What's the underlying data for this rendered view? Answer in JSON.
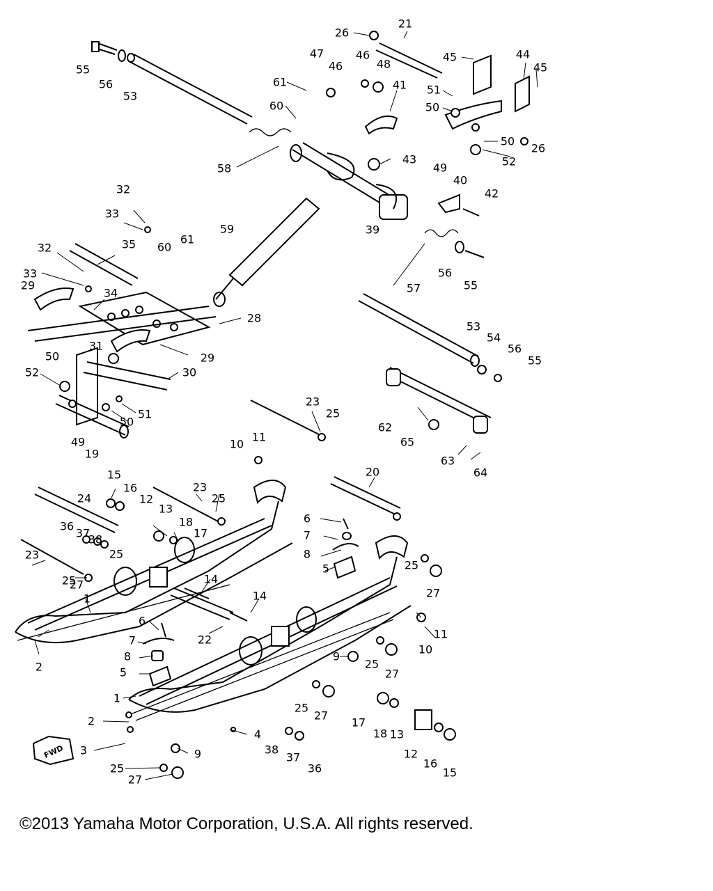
{
  "diagram": {
    "fwd_label": "FWD",
    "labels": [
      "1",
      "1",
      "2",
      "2",
      "3",
      "4",
      "5",
      "5",
      "6",
      "6",
      "7",
      "7",
      "8",
      "8",
      "9",
      "9",
      "10",
      "10",
      "11",
      "11",
      "12",
      "12",
      "13",
      "13",
      "14",
      "14",
      "15",
      "15",
      "16",
      "16",
      "17",
      "17",
      "18",
      "18",
      "19",
      "20",
      "21",
      "22",
      "23",
      "23",
      "23",
      "24",
      "25",
      "25",
      "25",
      "25",
      "25",
      "25",
      "25",
      "25",
      "26",
      "26",
      "27",
      "27",
      "27",
      "27",
      "27",
      "28",
      "29",
      "29",
      "30",
      "31",
      "32",
      "32",
      "33",
      "33",
      "34",
      "35",
      "36",
      "36",
      "37",
      "37",
      "38",
      "38",
      "39",
      "40",
      "41",
      "42",
      "43",
      "44",
      "45",
      "45",
      "46",
      "46",
      "47",
      "48",
      "49",
      "49",
      "50",
      "50",
      "50",
      "50",
      "51",
      "51",
      "52",
      "52",
      "53",
      "53",
      "54",
      "55",
      "55",
      "55",
      "56",
      "56",
      "56",
      "57",
      "58",
      "59",
      "60",
      "60",
      "61",
      "61",
      "62",
      "63",
      "64",
      "65"
    ]
  },
  "copyright": "©2013 Yamaha Motor Corporation, U.S.A. All rights reserved."
}
